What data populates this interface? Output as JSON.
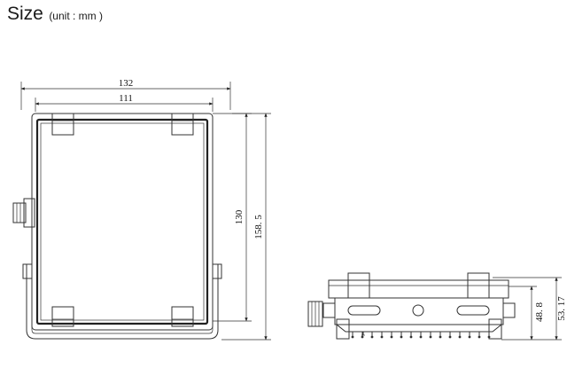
{
  "title": {
    "main": "Size",
    "unit": "(unit : mm )"
  },
  "dimensions": {
    "front_width_overall": "132",
    "front_width_inner": "111",
    "front_height_inner": "130",
    "front_height_overall": "158. 5",
    "side_height_body": "48. 8",
    "side_height_overall": "53. 17"
  }
}
